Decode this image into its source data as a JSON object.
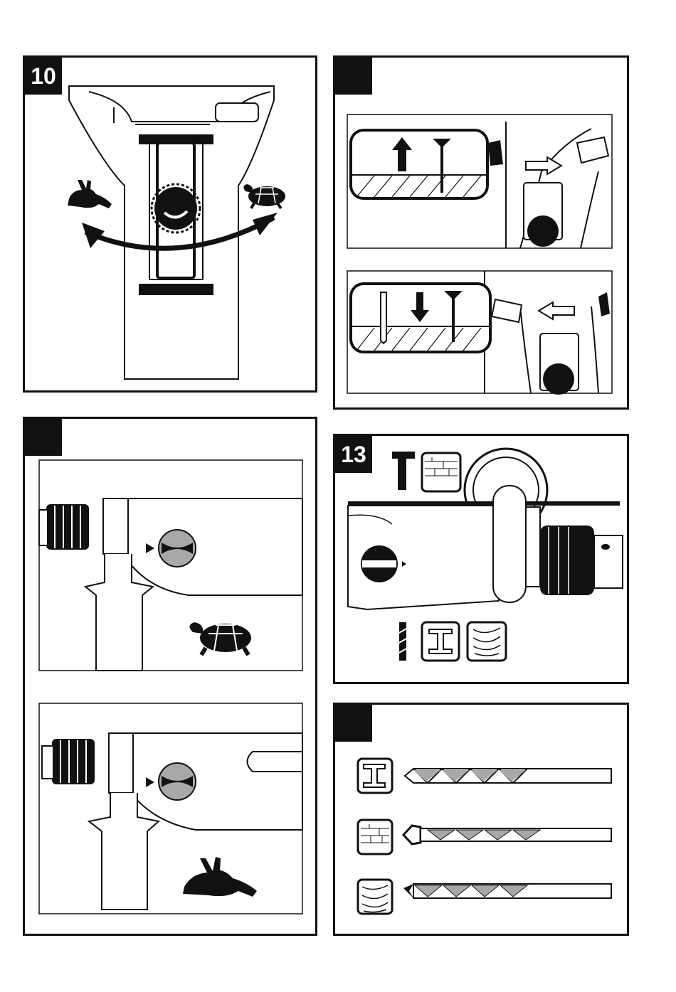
{
  "panels": [
    {
      "id": "p10",
      "number": "10"
    },
    {
      "id": "p11",
      "number": ""
    },
    {
      "id": "p12",
      "number": ""
    },
    {
      "id": "p13",
      "number": "13"
    },
    {
      "id": "p14",
      "number": ""
    }
  ],
  "icons": {
    "speed_fast": "rabbit-icon",
    "speed_slow": "turtle-icon",
    "hammer": "hammer-icon",
    "masonry": "brick-icon",
    "metal": "steel-beam-icon",
    "wood": "wood-grain-icon",
    "drill_bit": "drill-bit-icon"
  },
  "colors": {
    "ink": "#111111",
    "gray": "#a8a8a8",
    "paper": "#ffffff"
  }
}
